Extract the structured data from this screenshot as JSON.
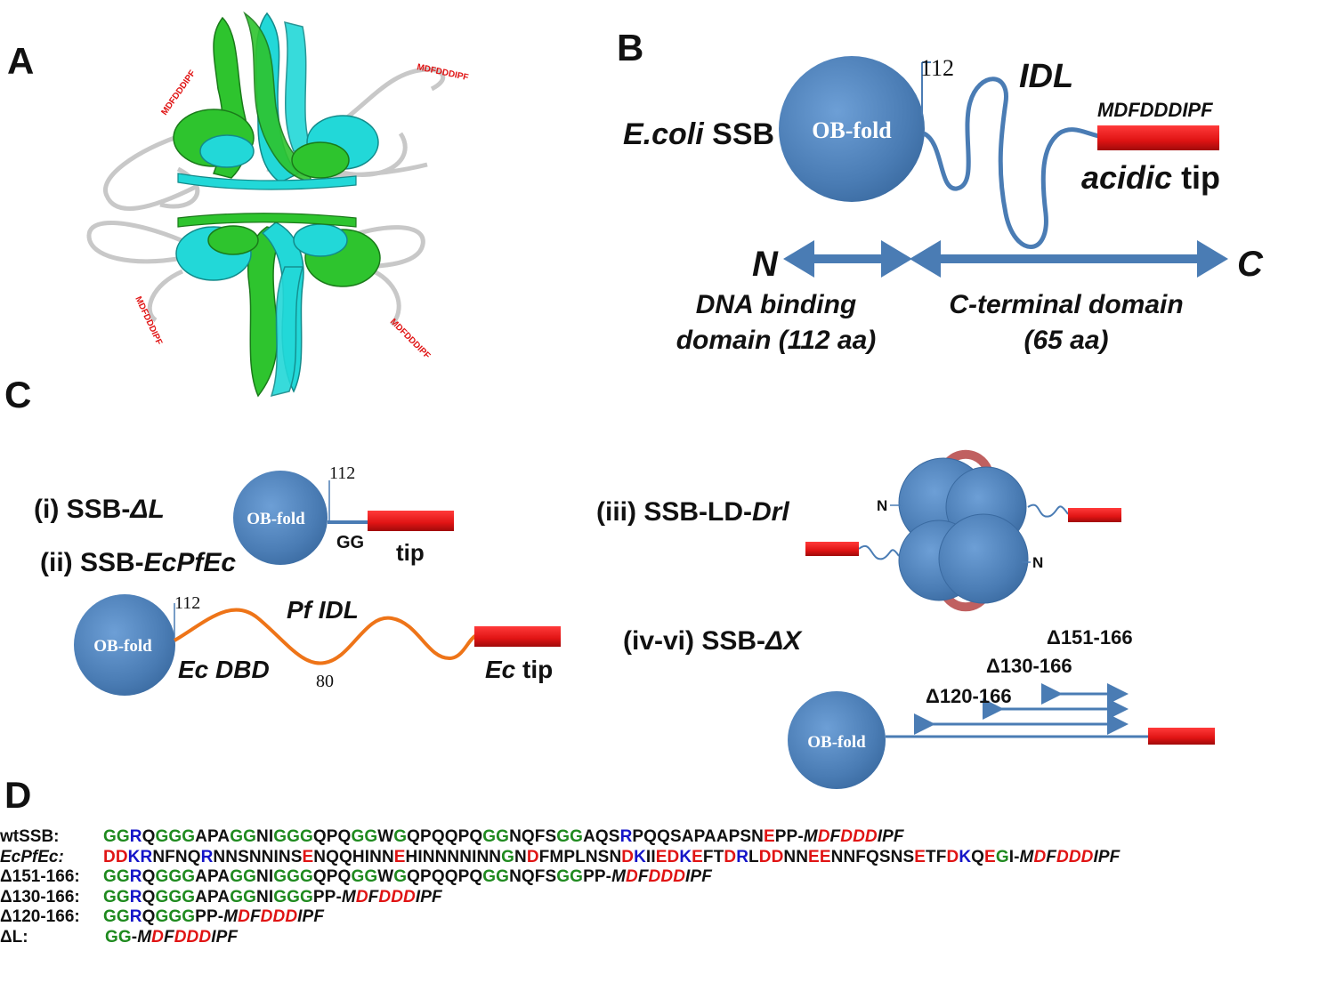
{
  "panels": {
    "A": {
      "letter": "A",
      "tip_labels": [
        "MDFDDDIPF",
        "MDFDDDIPF",
        "MDFDDDIPF",
        "MDFDDDIPF"
      ]
    },
    "B": {
      "letter": "B",
      "protein_name_italic": "E.coli",
      "protein_name_suffix": " SSB",
      "domain_label": "OB-fold",
      "residue_marker": "112",
      "loop_label": "IDL",
      "tip_sequence": "MDFDDDIPF",
      "tip_label_italic": "acidic",
      "tip_label_suffix": " tip",
      "n_terminus": "N",
      "c_terminus": "C",
      "dna_binding_line1": "DNA binding",
      "dna_binding_line2": "domain (112 aa)",
      "c_terminal_line1": "C-terminal domain",
      "c_terminal_line2": "(65 aa)"
    },
    "C": {
      "letter": "C",
      "i_label_prefix": "(i) SSB-",
      "i_label_italic": "ΔL",
      "i_domain": "OB-fold",
      "i_residue": "112",
      "i_linker": "GG",
      "i_tip": "tip",
      "ii_label_prefix": "(ii) SSB-",
      "ii_label_italic": "EcPfEc",
      "ii_domain": "OB-fold",
      "ii_residue": "112",
      "ii_loop_label": "Pf IDL",
      "ii_dbd_label": "Ec DBD",
      "ii_loop_length": "80",
      "ii_tip_italic": "Ec",
      "ii_tip_suffix": " tip",
      "iii_label_prefix": "(iii) SSB-LD-",
      "iii_label_italic": "Drl",
      "iii_n_left": "N",
      "iii_n_right": "N",
      "ivvi_label_prefix": "(iv-vi) SSB-",
      "ivvi_label_italic": "ΔX",
      "ivvi_domain": "OB-fold",
      "deletion_151": "Δ151-166",
      "deletion_130": "Δ130-166",
      "deletion_120": "Δ120-166"
    },
    "D": {
      "letter": "D",
      "sequences": [
        {
          "label": "wtSSB:",
          "label_italic": false,
          "sequence": "GGRQGGGAPAGGNIGGGQPQGGWGQPQQPQGGNQFSGGAQSRPQQSAPAAPSNEPP-MDFDDDIPF"
        },
        {
          "label": "EcPfEc:",
          "label_italic": true,
          "sequence": "DDKRNFNQRNNSNNINSENQQHINNEHINNNNINNGNDFMPLNSNDKIIEDKEFTDRLDDNNEENNFQSNSETFDKQEGI-MDFDDDIPF"
        },
        {
          "label": "Δ151-166:",
          "label_italic": false,
          "sequence": "GGRQGGGAPAGGNIGGGQPQGGWGQPQQPQGGNQFSGGPP-MDFDDDIPF"
        },
        {
          "label": "Δ130-166:",
          "label_italic": false,
          "sequence": "GGRQGGGAPAGGNIGGGPP-MDFDDDIPF"
        },
        {
          "label": "Δ120-166:",
          "label_italic": false,
          "sequence": "GGRQGGGPP-MDFDDDIPF"
        },
        {
          "label": "ΔL:",
          "label_italic": false,
          "sequence": "GG-MDFDDDIPF"
        }
      ]
    }
  },
  "colors": {
    "blue_domain": "#4a7cb4",
    "red_tip": "#e01414",
    "orange_loop": "#ee7418",
    "helix_green": "#2ec42e",
    "helix_cyan": "#22d8d8",
    "loop_grey": "#c8c8c8",
    "residue_green": "#1f8a1f",
    "residue_blue": "#1414c8",
    "residue_red": "#e01414"
  }
}
